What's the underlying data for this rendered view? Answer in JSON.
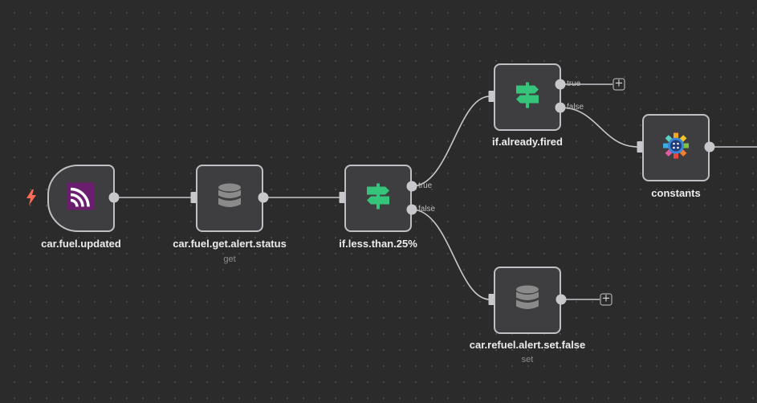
{
  "nodes": [
    {
      "id": "car_fuel_updated",
      "label": "car.fuel.updated",
      "subtitle": "",
      "icon": "feed-icon"
    },
    {
      "id": "car_fuel_get_alert_status",
      "label": "car.fuel.get.alert.status",
      "subtitle": "get",
      "icon": "database-icon"
    },
    {
      "id": "if_less_than_25",
      "label": "if.less.than.25%",
      "subtitle": "",
      "icon": "signpost-icon"
    },
    {
      "id": "if_already_fired",
      "label": "if.already.fired",
      "subtitle": "",
      "icon": "signpost-icon"
    },
    {
      "id": "constants",
      "label": "constants",
      "subtitle": "",
      "icon": "gear-icon"
    },
    {
      "id": "car_refuel_alert_set_false",
      "label": "car.refuel.alert.set.false",
      "subtitle": "set",
      "icon": "database-icon"
    }
  ],
  "ports": {
    "if_less_than_25": {
      "true_label": "true",
      "false_label": "false"
    },
    "if_already_fired": {
      "true_label": "true",
      "false_label": "false"
    }
  },
  "add_button_label": "+",
  "colors": {
    "canvas": "#2b2b2b",
    "node_fill": "#3e3e40",
    "node_border": "#bfbfc4",
    "wire": "#c8c8cc",
    "trigger_bolt": "#ff6d5a",
    "signpost": "#35c47a",
    "feed": "#6b1e6e",
    "database": "#8a8a8a"
  }
}
